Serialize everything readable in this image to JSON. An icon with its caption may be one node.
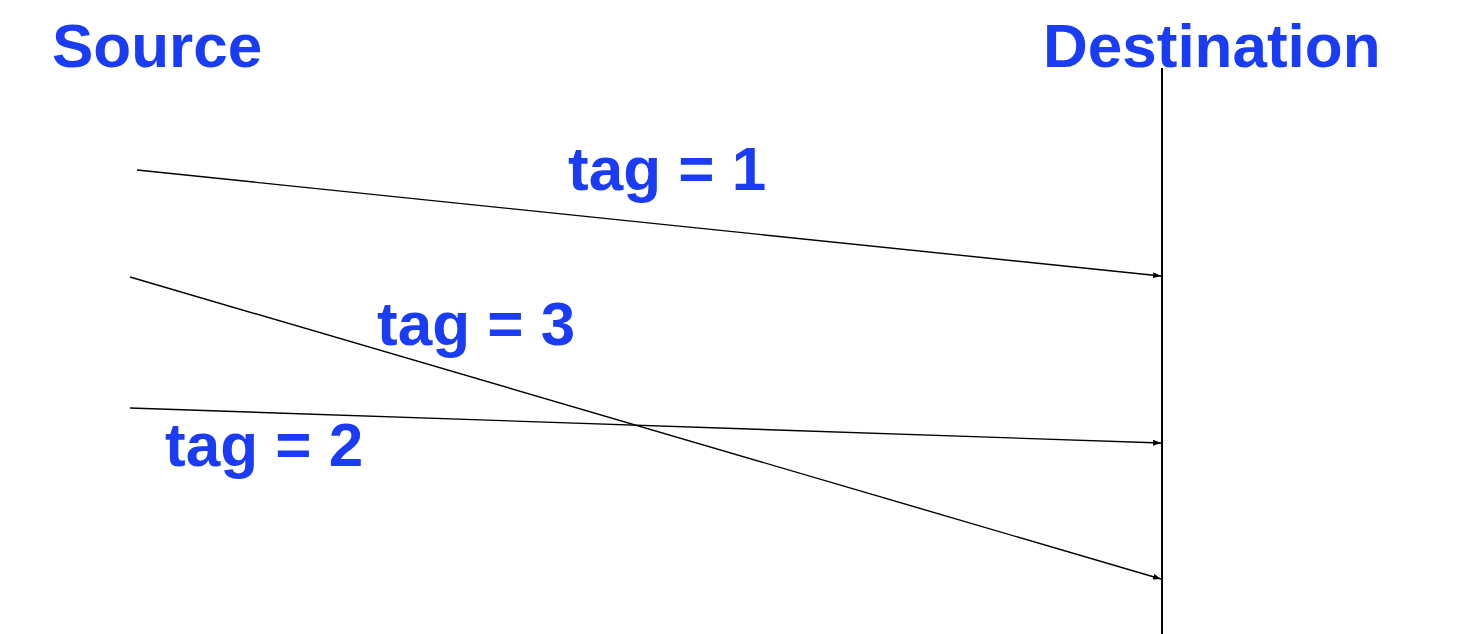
{
  "diagram": {
    "nodes": [
      {
        "text": [
          "Source"
        ]
      },
      {
        "text": [
          "Destination"
        ]
      },
      {
        "text": [],
        "shape": "bar"
      }
    ],
    "edges": [
      {
        "from": null,
        "to": 2,
        "arrow": "to",
        "label": "tag = 1"
      },
      {
        "from": null,
        "to": 2,
        "arrow": "to",
        "label": "tag = 3"
      },
      {
        "from": null,
        "to": 2,
        "arrow": "to",
        "label": "tag = 2"
      }
    ]
  }
}
